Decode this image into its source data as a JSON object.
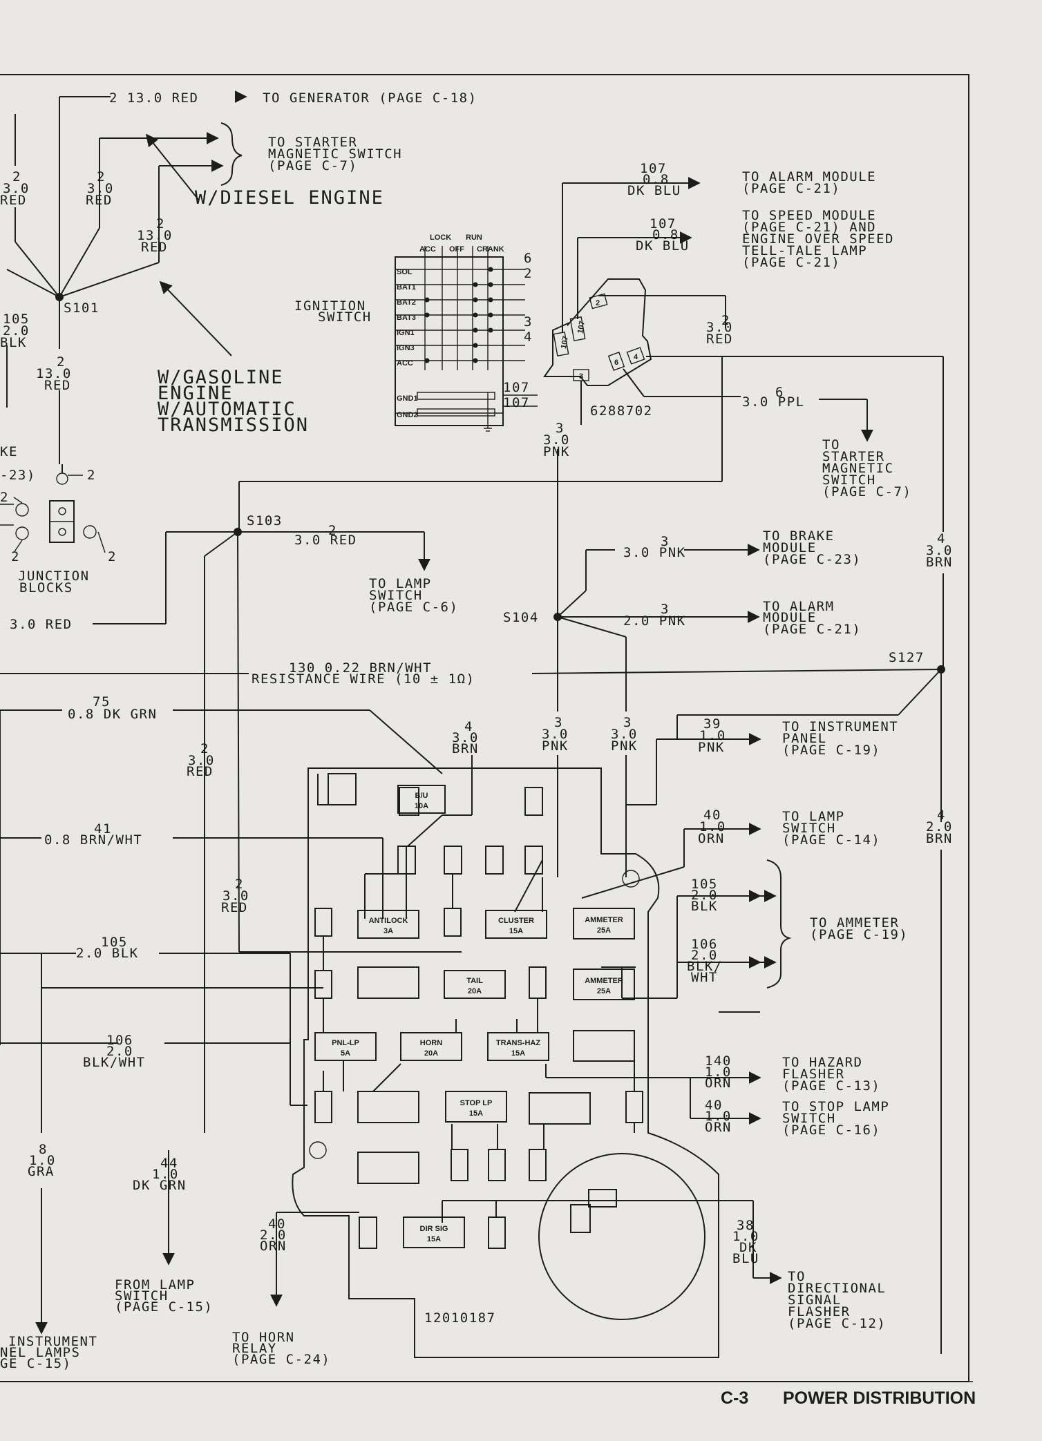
{
  "labels": {
    "gen_wire": "2  13.0  RED",
    "gen_dest": "TO  GENERATOR  (PAGE  C-18)",
    "starter1_l1": "TO  STARTER",
    "starter1_l2": "MAGNETIC  SWITCH",
    "starter1_l3": "(PAGE  C-7)",
    "diesel": "W/DIESEL  ENGINE",
    "gasoline_l1": "W/GASOLINE",
    "gasoline_l2": "ENGINE",
    "gasoline_l3": "W/AUTOMATIC",
    "gasoline_l4": "TRANSMISSION",
    "w_red_a_1": "2",
    "w_red_a_2": "3.0",
    "w_red_a_3": "RED",
    "w_red_b_1": "2",
    "w_red_b_2": "3.0",
    "w_red_b_3": "RED",
    "w_red_c_1": "2",
    "w_red_c_2": "13.0",
    "w_red_c_3": "RED",
    "w_red_d_1": "2",
    "w_red_d_2": "13.0",
    "w_red_d_3": "RED",
    "w_blk_1": "105",
    "w_blk_2": "2.0",
    "w_blk_3": "BLK",
    "s101": "S101",
    "ign_switch_1": "IGNITION",
    "ign_switch_2": "SWITCH",
    "lock": "LOCK",
    "run": "RUN",
    "acc_h": "ACC",
    "off_h": "OFF",
    "crank_h": "CRANK",
    "rows": [
      "SOL",
      "BAT1",
      "BAT2",
      "BAT3",
      "IGN1",
      "IGN3",
      "ACC"
    ],
    "gnd1": "GND1",
    "gnd2": "GND2",
    "pin6": "6",
    "pin2": "2",
    "pin3": "3",
    "pin4": "4",
    "c107a": "107",
    "c107b": "107",
    "alarm_w1": "107",
    "alarm_w2": "0.8",
    "alarm_w3": "DK  BLU",
    "alarm_d1": "TO  ALARM  MODULE",
    "alarm_d2": "(PAGE  C-21)",
    "speed_w1": "107",
    "speed_w2": "0.8",
    "speed_w3": "DK  BLU",
    "speed_d1": "TO  SPEED  MODULE",
    "speed_d2": "(PAGE  C-21)  AND",
    "speed_d3": "ENGINE  OVER  SPEED",
    "speed_d4": "TELL-TALE  LAMP",
    "speed_d5": "(PAGE  C-21)",
    "conn_part": "6288702",
    "conn_107a": "107",
    "conn_107b": "107",
    "conn_2": "2",
    "conn_3": "3",
    "conn_4": "4",
    "conn_6": "6",
    "red_r1": "2",
    "red_r2": "3.0",
    "red_r3": "RED",
    "ppl": "3.0  PPL",
    "ppl_n": "6",
    "starter2_l1": "TO",
    "starter2_l2": "STARTER",
    "starter2_l3": "MAGNETIC",
    "starter2_l4": "SWITCH",
    "starter2_l5": "(PAGE  C-7)",
    "pnk_a1": "3",
    "pnk_a2": "3.0",
    "pnk_a3": "PNK",
    "ke": "KE",
    "p23": "-23)",
    "two_a": "2",
    "two_b": "2",
    "two_c": "2",
    "two_d": "2",
    "junction_1": "JUNCTION",
    "junction_2": "BLOCKS",
    "s103": "S103",
    "red30_n": "2",
    "red30": "3.0   RED",
    "lamp_sw1_1": "TO  LAMP",
    "lamp_sw1_2": "SWITCH",
    "lamp_sw1_3": "(PAGE  C-6)",
    "red_left": "3.0  RED",
    "pnk_brake_n": "3",
    "pnk_brake": "3.0   PNK",
    "brake_1": "TO  BRAKE",
    "brake_2": "MODULE",
    "brake_3": "(PAGE  C-23)",
    "brn_r1": "4",
    "brn_r2": "3.0",
    "brn_r3": "BRN",
    "s104": "S104",
    "pnk_alarm_n": "3",
    "pnk_alarm": "2.0   PNK",
    "alarm2_1": "TO  ALARM",
    "alarm2_2": "MODULE",
    "alarm2_3": "(PAGE  C-21)",
    "s127": "S127",
    "res_1": "130   0.22  BRN/WHT",
    "res_2": "RESISTANCE  WIRE  (10 ± 1Ω)",
    "dkgrn_n": "75",
    "dkgrn": "0.8  DK  GRN",
    "brn_c1": "4",
    "brn_c2": "3.0",
    "brn_c3": "BRN",
    "pnk_c1": "3",
    "pnk_c2": "3.0",
    "pnk_c3": "PNK",
    "pnk_d1": "3",
    "pnk_d2": "3.0",
    "pnk_d3": "PNK",
    "ipanel_w1": "39",
    "ipanel_w2": "1.0",
    "ipanel_w3": "PNK",
    "ipanel_1": "TO  INSTRUMENT",
    "ipanel_2": "PANEL",
    "ipanel_3": "(PAGE  C-19)",
    "red_m1": "2",
    "red_m2": "3.0",
    "red_m3": "RED",
    "brnwht_n": "41",
    "brnwht": "0.8  BRN/WHT",
    "lampsw2_w1": "40",
    "lampsw2_w2": "1.0",
    "lampsw2_w3": "ORN",
    "lampsw2_1": "TO  LAMP",
    "lampsw2_2": "SWITCH",
    "lampsw2_3": "(PAGE  C-14)",
    "brn_r4": "4",
    "brn_r5": "2.0",
    "brn_r6": "BRN",
    "red_n1": "2",
    "red_n2": "3.0",
    "red_n3": "RED",
    "amm_w1": "105",
    "amm_w2": "2.0",
    "amm_w3": "BLK",
    "amm_w4": "106",
    "amm_w5": "2.0",
    "amm_w6": "BLK/",
    "amm_w7": "WHT",
    "amm_1": "TO  AMMETER",
    "amm_2": "(PAGE  C-19)",
    "blk_n": "105",
    "blk": "2.0  BLK",
    "blkwht_1": "106",
    "blkwht_2": "2.0",
    "blkwht_3": "BLK/WHT",
    "haz_w1": "140",
    "haz_w2": "1.0",
    "haz_w3": "ORN",
    "haz_1": "TO  HAZARD",
    "haz_2": "FLASHER",
    "haz_3": "(PAGE  C-13)",
    "stop_w1": "40",
    "stop_w2": "1.0",
    "stop_w3": "ORN",
    "stop_1": "TO  STOP  LAMP",
    "stop_2": "SWITCH",
    "stop_3": "(PAGE  C-16)",
    "gra_1": "8",
    "gra_2": "1.0",
    "gra_3": "GRA",
    "dkgrn44_1": "44",
    "dkgrn44_2": "1.0",
    "dkgrn44_3": "DK  GRN",
    "orn40_1": "40",
    "orn40_2": "2.0",
    "orn40_3": "ORN",
    "dkblu38_1": "38",
    "dkblu38_2": "1.0",
    "dkblu38_3": "DK",
    "dkblu38_4": "BLU",
    "dirsig_1": "TO",
    "dirsig_2": "DIRECTIONAL",
    "dirsig_3": "SIGNAL",
    "dirsig_4": "FLASHER",
    "dirsig_5": "(PAGE  C-12)",
    "fromlamp_1": "FROM  LAMP",
    "fromlamp_2": "SWITCH",
    "fromlamp_3": "(PAGE  C-15)",
    "horn_1": "TO  HORN",
    "horn_2": "RELAY",
    "horn_3": "(PAGE  C-24)",
    "instr_1": "INSTRUMENT",
    "instr_2": "NEL  LAMPS",
    "instr_3": "GE  C-15)",
    "fuse_block_part": "12010187"
  },
  "fuses": [
    {
      "name": "B/U",
      "rating": "10A"
    },
    {
      "name": "ANTILOCK",
      "rating": "3A"
    },
    {
      "name": "CLUSTER",
      "rating": "15A"
    },
    {
      "name": "AMMETER",
      "rating": "25A"
    },
    {
      "name": "TAIL",
      "rating": "20A"
    },
    {
      "name": "AMMETER",
      "rating": "25A"
    },
    {
      "name": "PNL-LP",
      "rating": "5A"
    },
    {
      "name": "HORN",
      "rating": "20A"
    },
    {
      "name": "TRANS-HAZ",
      "rating": "15A"
    },
    {
      "name": "STOP LP",
      "rating": "15A"
    },
    {
      "name": "DIR SIG",
      "rating": "15A"
    }
  ],
  "footer": {
    "page_number": "C-3",
    "section_title": "POWER DISTRIBUTION"
  }
}
